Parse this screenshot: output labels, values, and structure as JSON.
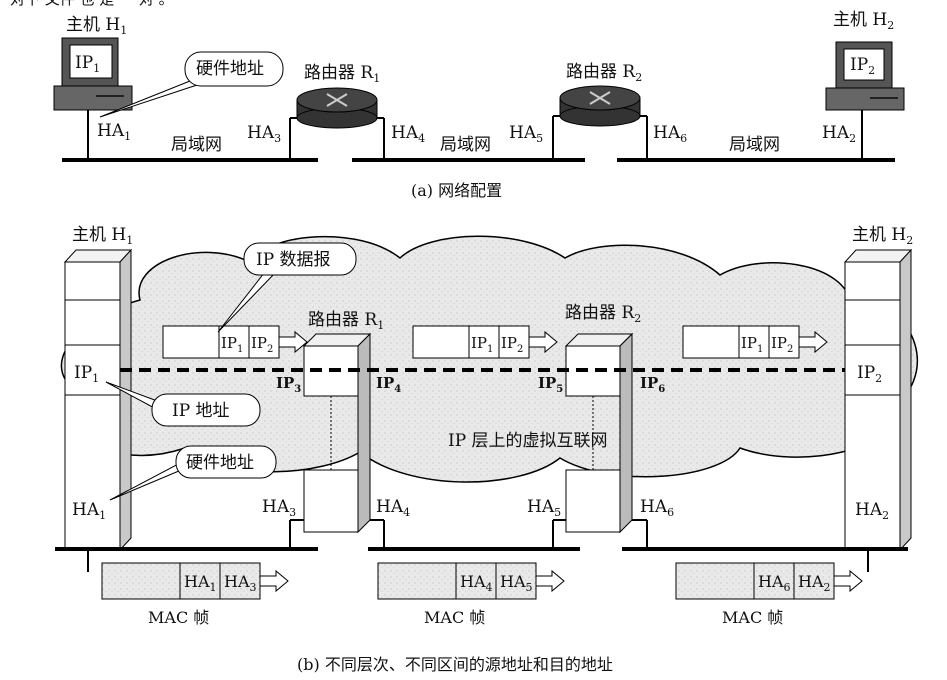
{
  "top_cut_text": "对下 文件 也 是 一 对 。",
  "a": {
    "host1": {
      "name": "主机",
      "sub": "H",
      "idx": "1",
      "ip": "IP",
      "ip_idx": "1",
      "ha": "HA",
      "ha_idx": "1"
    },
    "host2": {
      "name": "主机",
      "sub": "H",
      "idx": "2",
      "ip": "IP",
      "ip_idx": "2",
      "ha": "HA",
      "ha_idx": "2"
    },
    "hw_callout": "硬件地址",
    "router1": {
      "name": "路由器 R",
      "idx": "1"
    },
    "router2": {
      "name": "路由器 R",
      "idx": "2"
    },
    "ha3": {
      "t": "HA",
      "i": "3"
    },
    "ha4": {
      "t": "HA",
      "i": "4"
    },
    "ha5": {
      "t": "HA",
      "i": "5"
    },
    "ha6": {
      "t": "HA",
      "i": "6"
    },
    "lan1": "局域网",
    "lan2": "局域网",
    "lan3": "局域网",
    "caption": "(a) 网络配置"
  },
  "b": {
    "host1": {
      "name": "主机 H",
      "idx": "1"
    },
    "host2": {
      "name": "主机 H",
      "idx": "2"
    },
    "ip_datagram_callout": "IP 数据报",
    "ip_addr_callout": "IP 地址",
    "hw_addr_callout": "硬件地址",
    "cloud_label": "IP 层上的虚拟互联网",
    "router1": {
      "name": "路由器 R",
      "idx": "1"
    },
    "router2": {
      "name": "路由器 R",
      "idx": "2"
    },
    "ip1": {
      "t": "IP",
      "i": "1"
    },
    "ip2": {
      "t": "IP",
      "i": "2"
    },
    "ip3": {
      "t": "IP",
      "i": "3"
    },
    "ip4": {
      "t": "IP",
      "i": "4"
    },
    "ip5": {
      "t": "IP",
      "i": "5"
    },
    "ip6": {
      "t": "IP",
      "i": "6"
    },
    "ha1": {
      "t": "HA",
      "i": "1"
    },
    "ha2": {
      "t": "HA",
      "i": "2"
    },
    "ha3": {
      "t": "HA",
      "i": "3"
    },
    "ha4": {
      "t": "HA",
      "i": "4"
    },
    "ha5": {
      "t": "HA",
      "i": "5"
    },
    "ha6": {
      "t": "HA",
      "i": "6"
    },
    "datagrams": [
      {
        "src": {
          "t": "IP",
          "i": "1"
        },
        "dst": {
          "t": "IP",
          "i": "2"
        }
      },
      {
        "src": {
          "t": "IP",
          "i": "1"
        },
        "dst": {
          "t": "IP",
          "i": "2"
        }
      },
      {
        "src": {
          "t": "IP",
          "i": "1"
        },
        "dst": {
          "t": "IP",
          "i": "2"
        }
      }
    ],
    "frames": [
      {
        "src": {
          "t": "HA",
          "i": "1"
        },
        "dst": {
          "t": "HA",
          "i": "3"
        },
        "label": "MAC 帧"
      },
      {
        "src": {
          "t": "HA",
          "i": "4"
        },
        "dst": {
          "t": "HA",
          "i": "5"
        },
        "label": "MAC 帧"
      },
      {
        "src": {
          "t": "HA",
          "i": "6"
        },
        "dst": {
          "t": "HA",
          "i": "2"
        },
        "label": "MAC 帧"
      }
    ],
    "caption": "(b) 不同层次、不同区间的源地址和目的地址"
  }
}
